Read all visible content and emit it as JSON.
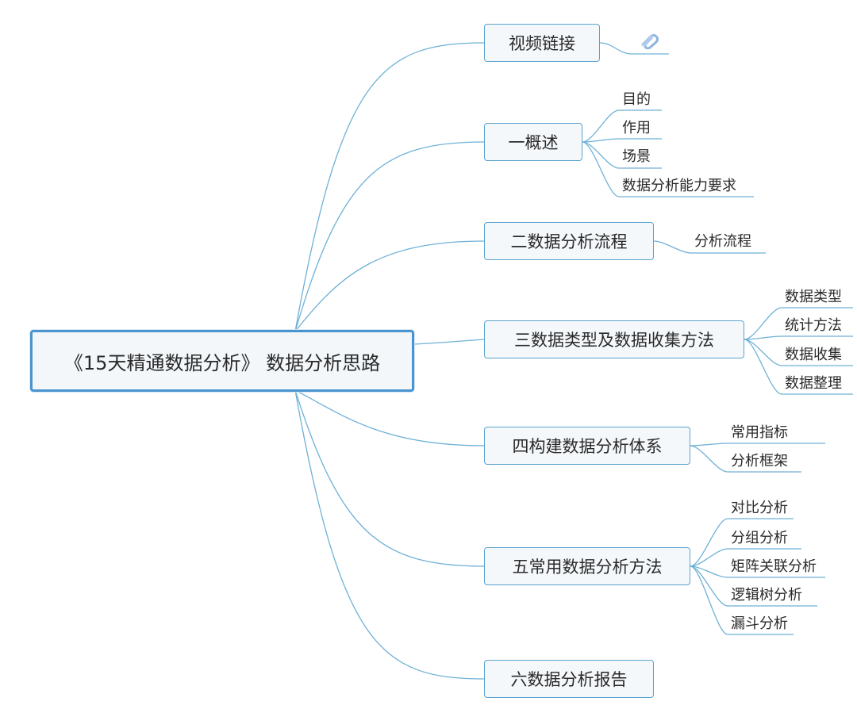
{
  "root": {
    "label": "《15天精通数据分析》 数据分析思路"
  },
  "branches": [
    {
      "label": "视频链接",
      "children": []
    },
    {
      "label": "一概述",
      "children": [
        "目的",
        "作用",
        "场景",
        "数据分析能力要求"
      ]
    },
    {
      "label": "二数据分析流程",
      "children": [
        "分析流程"
      ]
    },
    {
      "label": "三数据类型及数据收集方法",
      "children": [
        "数据类型",
        "统计方法",
        "数据收集",
        "数据整理"
      ]
    },
    {
      "label": "四构建数据分析体系",
      "children": [
        "常用指标",
        "分析框架"
      ]
    },
    {
      "label": "五常用数据分析方法",
      "children": [
        "对比分析",
        "分组分析",
        "矩阵关联分析",
        "逻辑树分析",
        "漏斗分析"
      ]
    },
    {
      "label": "六数据分析报告",
      "children": []
    }
  ],
  "colors": {
    "line": "#6fb1d6",
    "root_border": "#4a94cf",
    "branch_border": "#5aa3cf"
  },
  "icons": {
    "video_link": "attachment-clip-icon"
  }
}
